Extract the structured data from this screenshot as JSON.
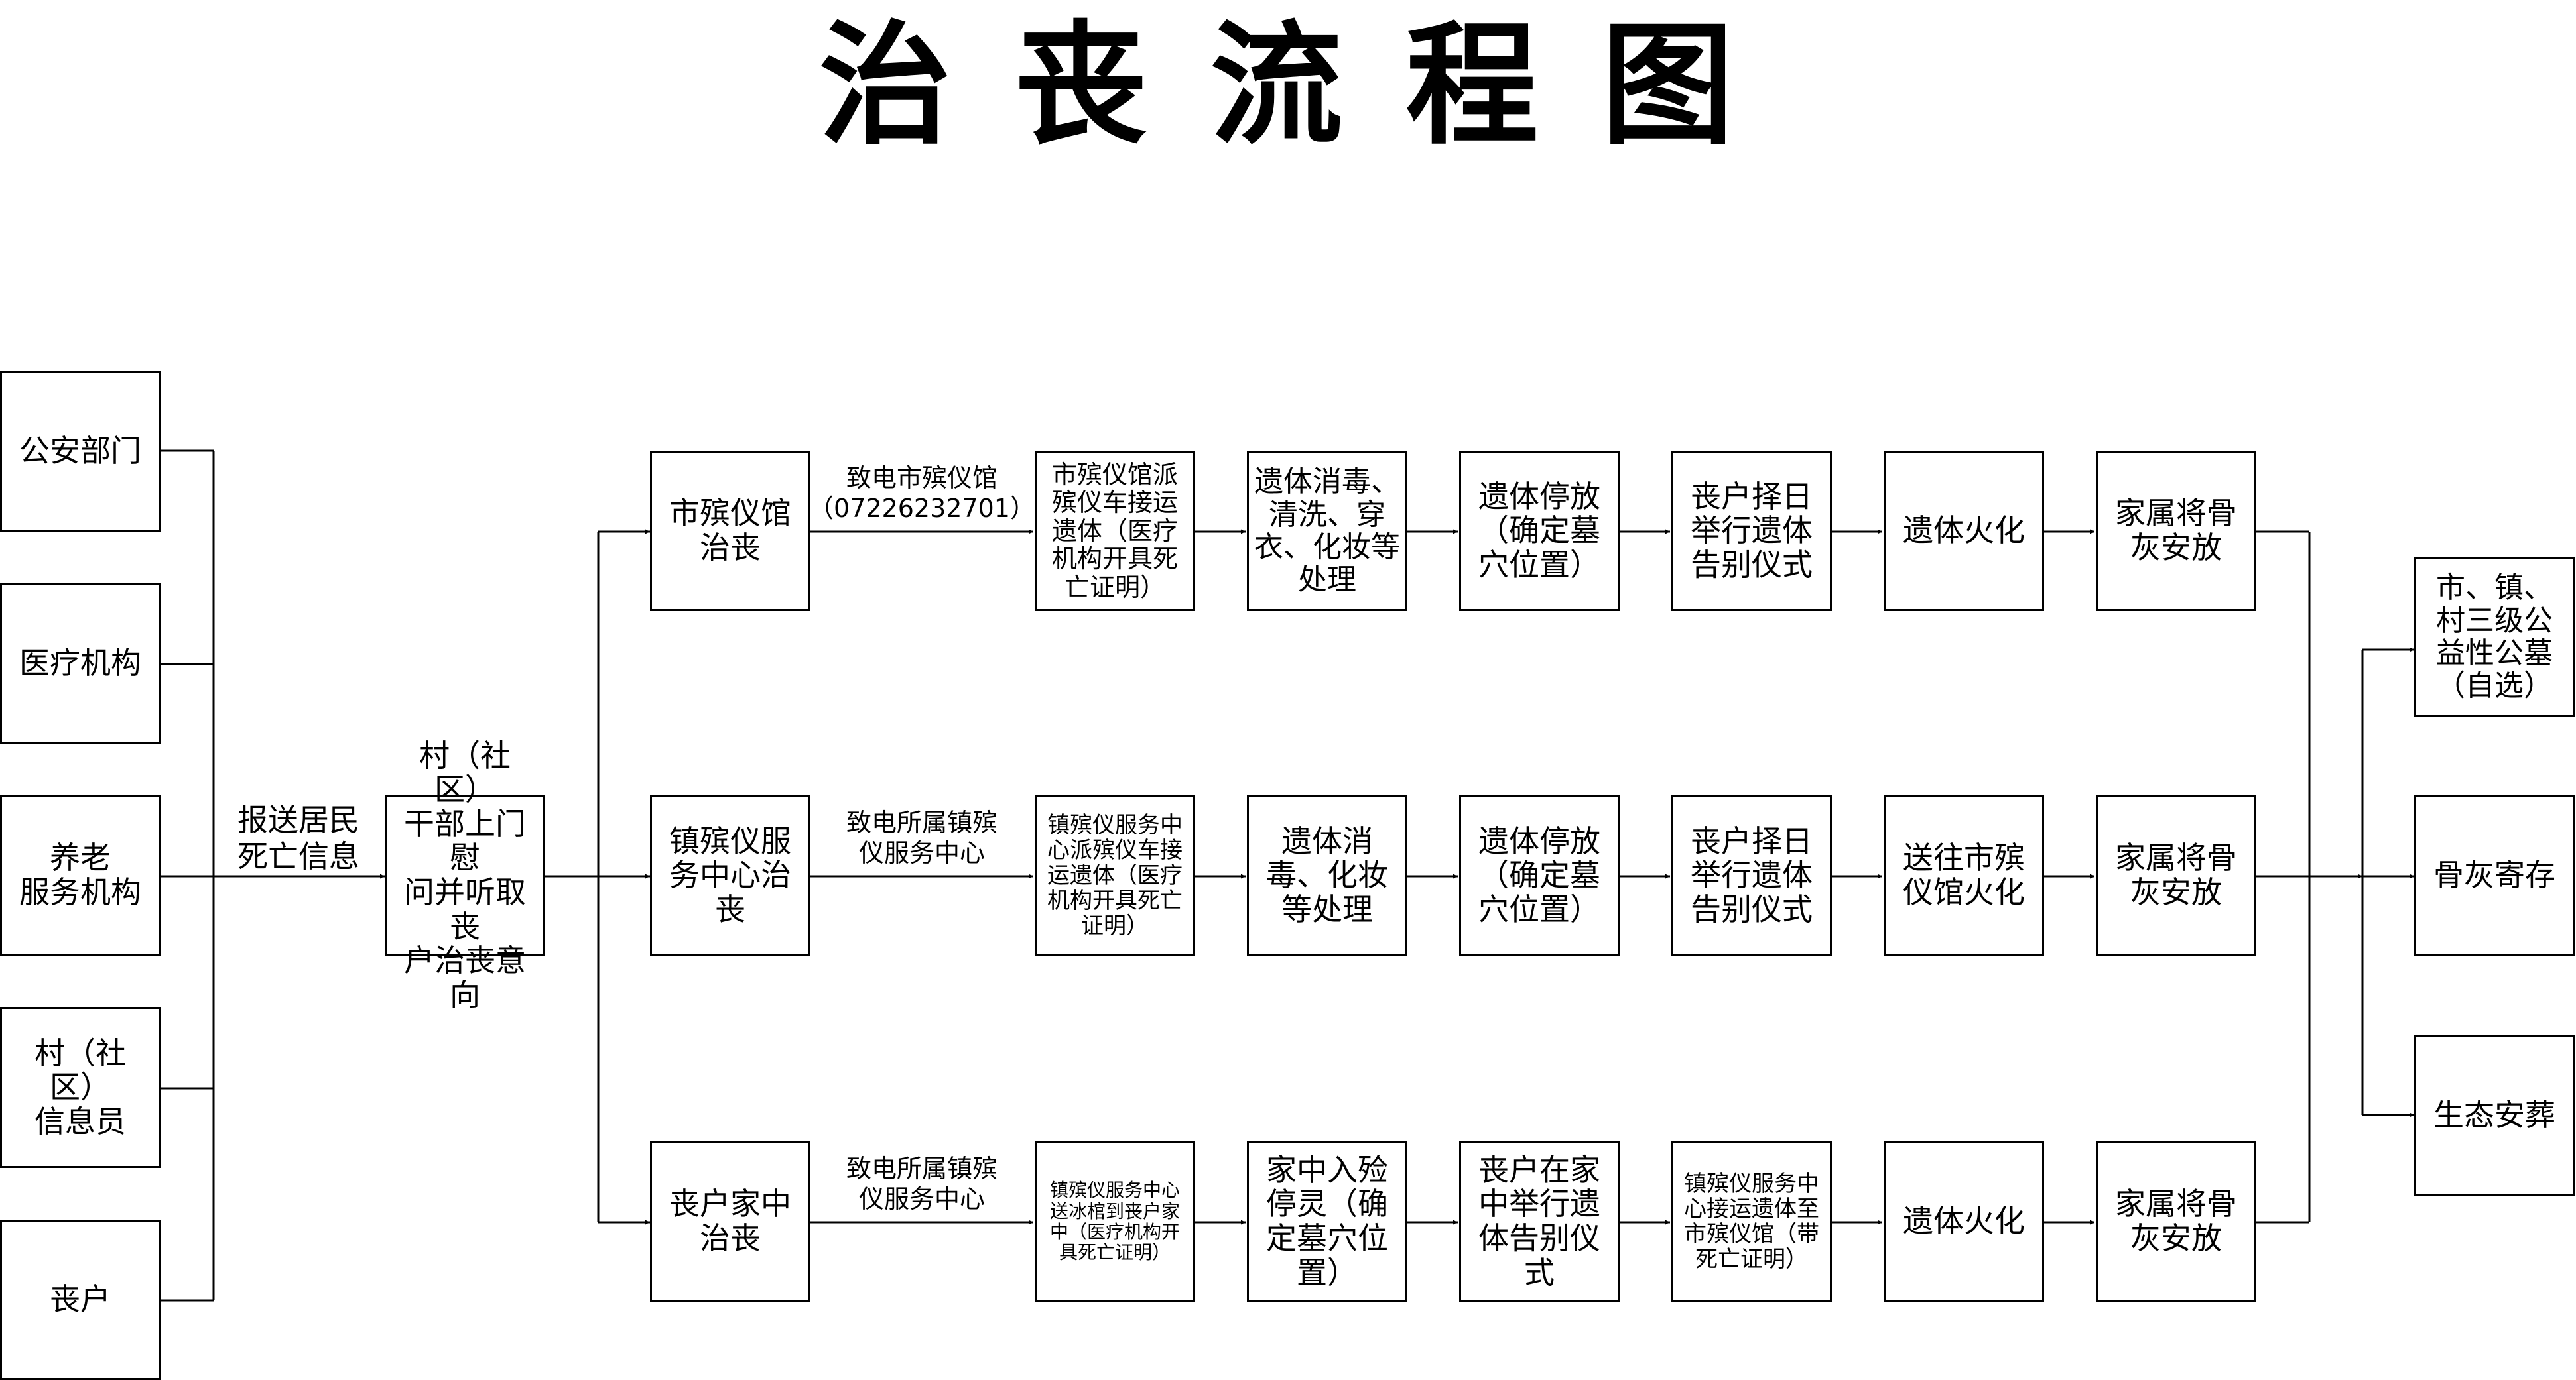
{
  "title": "治丧流程图",
  "sources": [
    "公安部门",
    "医疗机构",
    "养老\n服务机构",
    "村（社区）\n信息员",
    "丧户"
  ],
  "report_label": "报送居民\n死亡信息",
  "village_box": "村（社区）\n干部上门慰\n问并听取丧\n户治丧意向",
  "rows": [
    {
      "start": "市殡仪馆\n治丧",
      "call": "致电市殡仪馆\n（07226232701）",
      "steps": [
        "市殡仪馆派\n殡仪车接运\n遗体（医疗\n机构开具死\n亡证明）",
        "遗体消毒、\n清洗、穿\n衣、化妆等\n处理",
        "遗体停放\n（确定墓\n穴位置）",
        "丧户择日\n举行遗体\n告别仪式",
        "遗体火化",
        "家属将骨\n灰安放"
      ]
    },
    {
      "start": "镇殡仪服\n务中心治\n丧",
      "call": "致电所属镇殡\n仪服务中心",
      "steps": [
        "镇殡仪服务中\n心派殡仪车接\n运遗体（医疗\n机构开具死亡\n证明）",
        "遗体消\n毒、化妆\n等处理",
        "遗体停放\n（确定墓\n穴位置）",
        "丧户择日\n举行遗体\n告别仪式",
        "送往市殡\n仪馆火化",
        "家属将骨\n灰安放"
      ]
    },
    {
      "start": "丧户家中\n治丧",
      "call": "致电所属镇殡\n仪服务中心",
      "steps": [
        "镇殡仪服务中心\n送冰棺到丧户家\n中（医疗机构开\n具死亡证明）",
        "家中入殓\n停灵（确\n定墓穴位\n置）",
        "丧户在家\n中举行遗\n体告别仪\n式",
        "镇殡仪服务中\n心接运遗体至\n市殡仪馆（带\n死亡证明）",
        "遗体火化",
        "家属将骨\n灰安放"
      ]
    }
  ],
  "outcomes": [
    "市、镇、\n村三级公\n益性公墓\n（自选）",
    "骨灰寄存",
    "生态安葬"
  ]
}
